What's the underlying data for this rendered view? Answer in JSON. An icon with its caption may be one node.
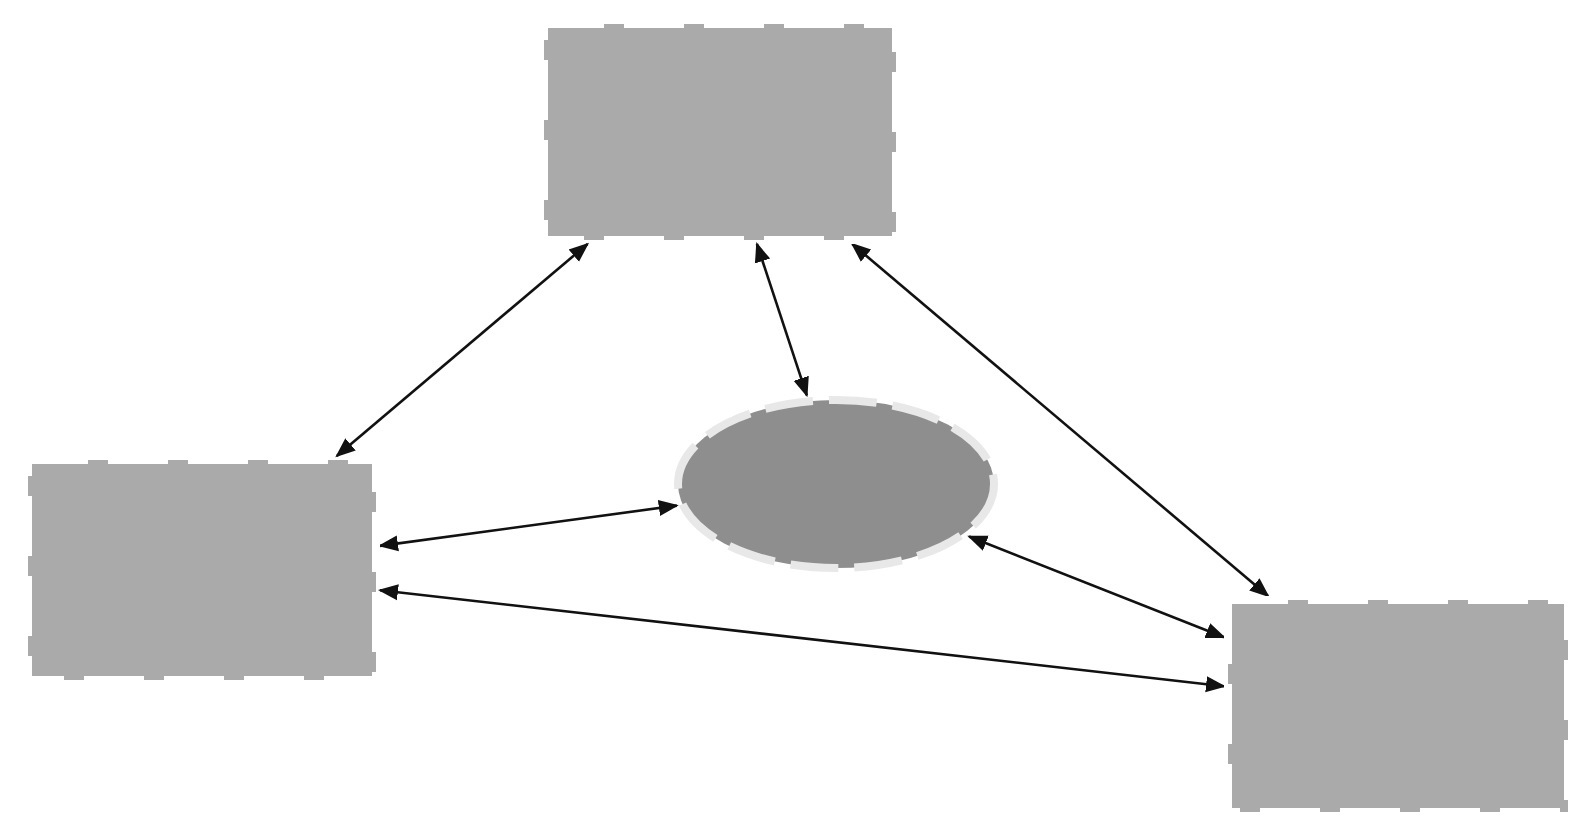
{
  "diagram": {
    "nodes": [
      {
        "text": [],
        "shape": "box"
      },
      {
        "text": [],
        "shape": "box"
      },
      {
        "text": [],
        "shape": "ellipse"
      },
      {
        "text": [],
        "shape": "box"
      }
    ],
    "edges": [
      {
        "from": 0,
        "to": 1,
        "arrow": "both"
      },
      {
        "from": 0,
        "to": 3,
        "arrow": "both"
      },
      {
        "from": 0,
        "to": 2,
        "arrow": "both"
      },
      {
        "from": 1,
        "to": 2,
        "arrow": "both"
      },
      {
        "from": 2,
        "to": 3,
        "arrow": "both"
      },
      {
        "from": 1,
        "to": 3,
        "arrow": "both"
      }
    ]
  }
}
